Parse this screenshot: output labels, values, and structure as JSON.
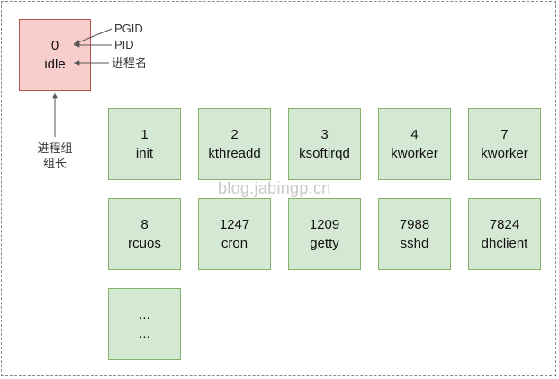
{
  "colors": {
    "green_fill": "#d5e8d4",
    "green_stroke": "#82b366",
    "red_fill": "#f8cecc",
    "red_stroke": "#b85450",
    "arrow": "#555555"
  },
  "idle_process": {
    "pid": "0",
    "name": "idle"
  },
  "annotations": {
    "pgid": "PGID",
    "pid": "PID",
    "process_name": "进程名",
    "group_leader_line1": "进程组",
    "group_leader_line2": "组长"
  },
  "processes": [
    {
      "pid": "1",
      "name": "init"
    },
    {
      "pid": "2",
      "name": "kthreadd"
    },
    {
      "pid": "3",
      "name": "ksoftirqd"
    },
    {
      "pid": "4",
      "name": "kworker"
    },
    {
      "pid": "7",
      "name": "kworker"
    },
    {
      "pid": "8",
      "name": "rcuos"
    },
    {
      "pid": "1247",
      "name": "cron"
    },
    {
      "pid": "1209",
      "name": "getty"
    },
    {
      "pid": "7988",
      "name": "sshd"
    },
    {
      "pid": "7824",
      "name": "dhclient"
    },
    {
      "pid": "...",
      "name": "..."
    }
  ],
  "watermark": "blog.jabingp.cn"
}
